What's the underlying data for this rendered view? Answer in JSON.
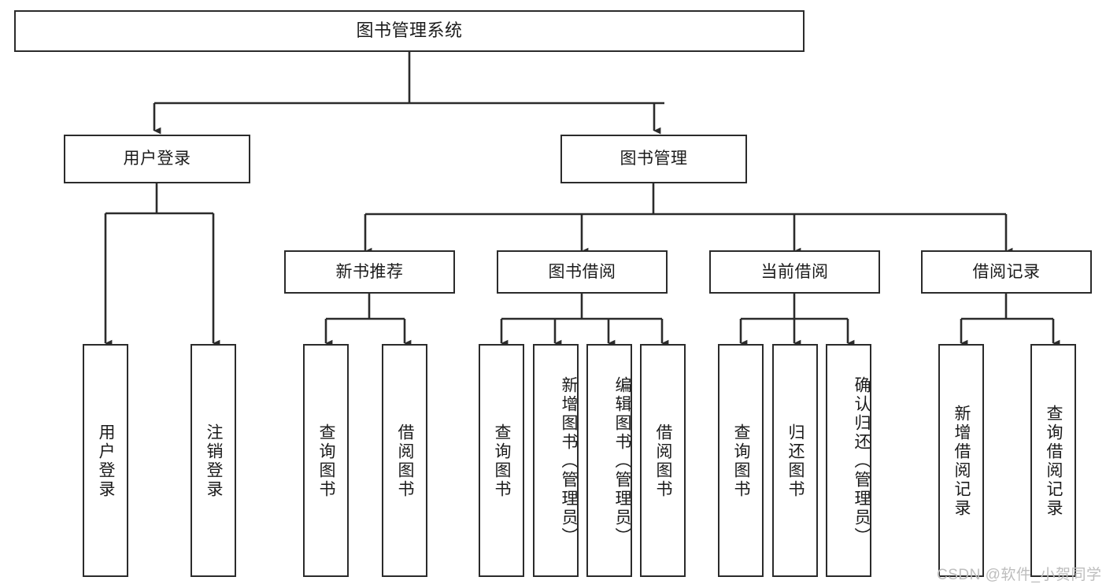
{
  "diagram": {
    "type": "tree-hierarchy",
    "title": "图书管理系统",
    "watermark": "CSDN @软件_小贺同学",
    "colors": {
      "stroke": "#2b2b2b",
      "fill": "#ffffff",
      "text": "#1b1b1b",
      "watermark": "#bdbdbd"
    },
    "levels": [
      {
        "level": 1,
        "nodes": [
          {
            "id": "root",
            "label": "图书管理系统",
            "orientation": "horizontal"
          }
        ]
      },
      {
        "level": 2,
        "nodes": [
          {
            "id": "user-login",
            "label": "用户登录",
            "orientation": "horizontal",
            "parent": "root"
          },
          {
            "id": "book-manage",
            "label": "图书管理",
            "orientation": "horizontal",
            "parent": "root"
          }
        ]
      },
      {
        "level": 3,
        "nodes": [
          {
            "id": "new-book-rec",
            "label": "新书推荐",
            "orientation": "horizontal",
            "parent": "book-manage"
          },
          {
            "id": "book-borrow",
            "label": "图书借阅",
            "orientation": "horizontal",
            "parent": "book-manage"
          },
          {
            "id": "current-borrow",
            "label": "当前借阅",
            "orientation": "horizontal",
            "parent": "book-manage"
          },
          {
            "id": "borrow-record",
            "label": "借阅记录",
            "orientation": "horizontal",
            "parent": "book-manage"
          }
        ]
      },
      {
        "level": 4,
        "nodes": [
          {
            "id": "leaf-user-login",
            "label": "用户登录",
            "orientation": "vertical",
            "parent": "user-login"
          },
          {
            "id": "leaf-logout",
            "label": "注销登录",
            "orientation": "vertical",
            "parent": "user-login"
          },
          {
            "id": "leaf-query-book-1",
            "label": "查询图书",
            "orientation": "vertical",
            "parent": "new-book-rec"
          },
          {
            "id": "leaf-borrow-book-1",
            "label": "借阅图书",
            "orientation": "vertical",
            "parent": "new-book-rec"
          },
          {
            "id": "leaf-query-book-2",
            "label": "查询图书",
            "orientation": "vertical",
            "parent": "book-borrow"
          },
          {
            "id": "leaf-add-book",
            "label": "新增图书（管理员）",
            "orientation": "vertical",
            "parent": "book-borrow"
          },
          {
            "id": "leaf-edit-book",
            "label": "编辑图书（管理员）",
            "orientation": "vertical",
            "parent": "book-borrow"
          },
          {
            "id": "leaf-borrow-book-2",
            "label": "借阅图书",
            "orientation": "vertical",
            "parent": "book-borrow"
          },
          {
            "id": "leaf-query-book-3",
            "label": "查询图书",
            "orientation": "vertical",
            "parent": "current-borrow"
          },
          {
            "id": "leaf-return-book",
            "label": "归还图书",
            "orientation": "vertical",
            "parent": "current-borrow"
          },
          {
            "id": "leaf-confirm-return",
            "label": "确认归还（管理员）",
            "orientation": "vertical",
            "parent": "current-borrow"
          },
          {
            "id": "leaf-add-record",
            "label": "新增借阅记录",
            "orientation": "vertical",
            "parent": "borrow-record"
          },
          {
            "id": "leaf-query-record",
            "label": "查询借阅记录",
            "orientation": "vertical",
            "parent": "borrow-record"
          }
        ]
      }
    ]
  }
}
